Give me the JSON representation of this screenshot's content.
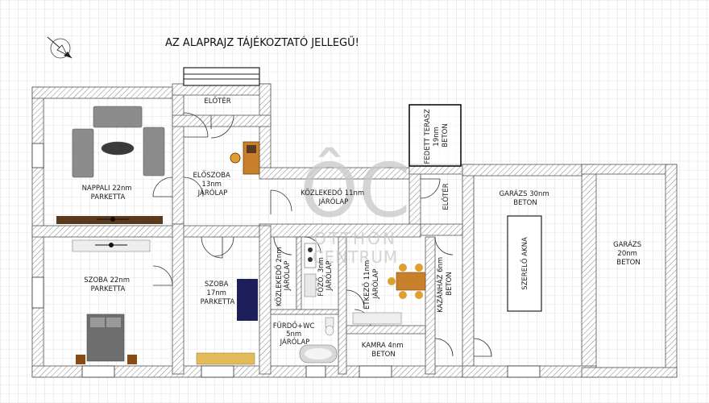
{
  "title": "AZ ALAPRAJZ TÁJÉKOZTATÓ JELLEGŰ!",
  "watermark": {
    "monogram": "ÔC",
    "line1": "OTTHON",
    "line2": "CENTRUM"
  },
  "rooms": {
    "eloter_top": [
      "ELŐTÉR"
    ],
    "nappali": [
      "NAPPALI 22nm",
      "PARKETTA"
    ],
    "eloszoba": [
      "ELŐSZOBA",
      "13nm",
      "JÁRÓLAP"
    ],
    "kozlekedo_main": [
      "KÖZLEKEDŐ 11nm",
      "JÁRÓLAP"
    ],
    "fedett_terasz": [
      "FEDETT TERASZ",
      "19nm",
      "BETON"
    ],
    "eloter_right": [
      "ELŐTÉR"
    ],
    "garazs1": [
      "GARÁZS 30nm",
      "BETON"
    ],
    "szerelo_akna": [
      "SZERELŐ AKNA"
    ],
    "garazs2": [
      "GARÁZS",
      "20nm",
      "BETON"
    ],
    "szoba22": [
      "SZOBA 22nm",
      "PARKETTA"
    ],
    "szoba17": [
      "SZOBA",
      "17nm",
      "PARKETTA"
    ],
    "kozlekedo2": [
      "KÖZLEKEDŐ 2nm",
      "JÁRÓLAP"
    ],
    "fozo": [
      "FŐZŐ. 3nm",
      "JÁRÓLAP"
    ],
    "etkezo": [
      "ÉTKEZŐ 11nm",
      "JÁRÓLAP"
    ],
    "kazanhaz": [
      "KAZÁNHÁZ 6nm",
      "BETON"
    ],
    "furdo": [
      "FÜRDŐ+WC",
      "5nm",
      "JÁRÓLAP"
    ],
    "kamra": [
      "KAMRA 4nm",
      "BETON"
    ]
  },
  "colors": {
    "grid": "#c4c4c4",
    "wall_hatch": "#9a9a9a",
    "wall_line": "#555555",
    "sofa": "#8a8a8a",
    "bed": "#6e6e6e",
    "wood": "#c8812a",
    "dark_wood": "#5a3a1e",
    "navy": "#1c1f5a",
    "tan": "#e2bc5c"
  }
}
